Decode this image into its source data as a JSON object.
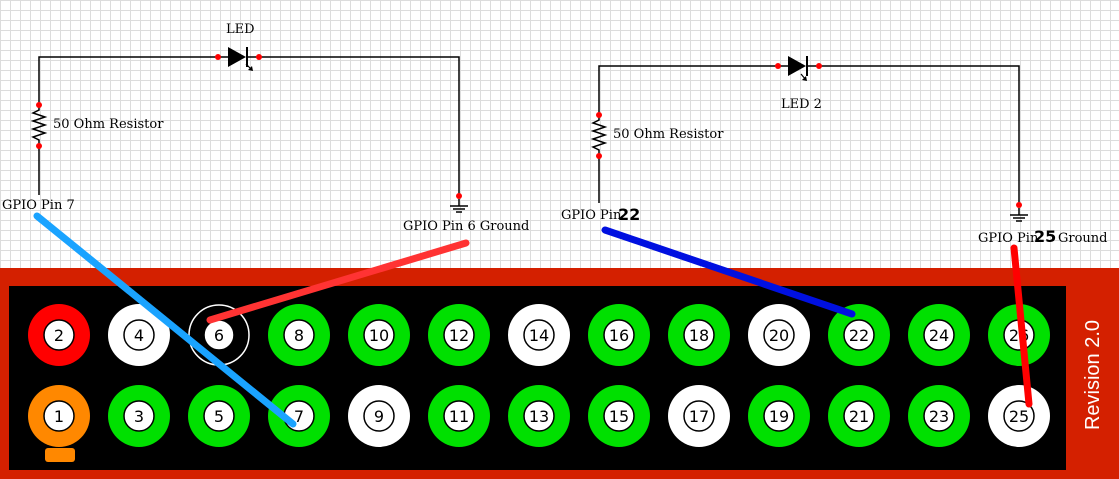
{
  "circuit": {
    "led1_label": "LED",
    "led2_label": "LED 2",
    "resistor1_label": "50 Ohm Resistor",
    "resistor2_label": "50 Ohm Resistor",
    "gpio_pin7_label": "GPIO Pin 7",
    "gpio_pin6_ground_label": "GPIO Pin 6 Ground",
    "gpio_pin_left_label": "GPIO Pin",
    "gpio_pin22_overlay": "22",
    "gpio_pin25_ground_left": "GPIO Pin",
    "gpio_pin25_overlay": "25",
    "gpio_pin25_ground_right": "Ground"
  },
  "header_board": {
    "revision_label": "Revision 2.0",
    "top_row": [
      {
        "pin": "2",
        "color": "#ff0000"
      },
      {
        "pin": "4",
        "color": "#ffffff"
      },
      {
        "pin": "6",
        "color": "#000000"
      },
      {
        "pin": "8",
        "color": "#00e000"
      },
      {
        "pin": "10",
        "color": "#00e000"
      },
      {
        "pin": "12",
        "color": "#00e000"
      },
      {
        "pin": "14",
        "color": "#ffffff"
      },
      {
        "pin": "16",
        "color": "#00e000"
      },
      {
        "pin": "18",
        "color": "#00e000"
      },
      {
        "pin": "20",
        "color": "#ffffff"
      },
      {
        "pin": "22",
        "color": "#00e000"
      },
      {
        "pin": "24",
        "color": "#00e000"
      },
      {
        "pin": "26",
        "color": "#00e000"
      }
    ],
    "bottom_row": [
      {
        "pin": "1",
        "color": "#ff8800"
      },
      {
        "pin": "3",
        "color": "#00e000"
      },
      {
        "pin": "5",
        "color": "#00e000"
      },
      {
        "pin": "7",
        "color": "#00e000"
      },
      {
        "pin": "9",
        "color": "#ffffff"
      },
      {
        "pin": "11",
        "color": "#00e000"
      },
      {
        "pin": "13",
        "color": "#00e000"
      },
      {
        "pin": "15",
        "color": "#00e000"
      },
      {
        "pin": "17",
        "color": "#ffffff"
      },
      {
        "pin": "19",
        "color": "#00e000"
      },
      {
        "pin": "21",
        "color": "#00e000"
      },
      {
        "pin": "23",
        "color": "#00e000"
      },
      {
        "pin": "25",
        "color": "#ffffff"
      }
    ]
  },
  "colors": {
    "board_red": "#d42000",
    "board_black": "#000000",
    "wire_light_blue": "#1aa3ff",
    "wire_red": "#ff3333",
    "wire_dark_blue": "#0010e0",
    "wire_bright_red": "#ff0000",
    "node_red": "#ff0000"
  }
}
